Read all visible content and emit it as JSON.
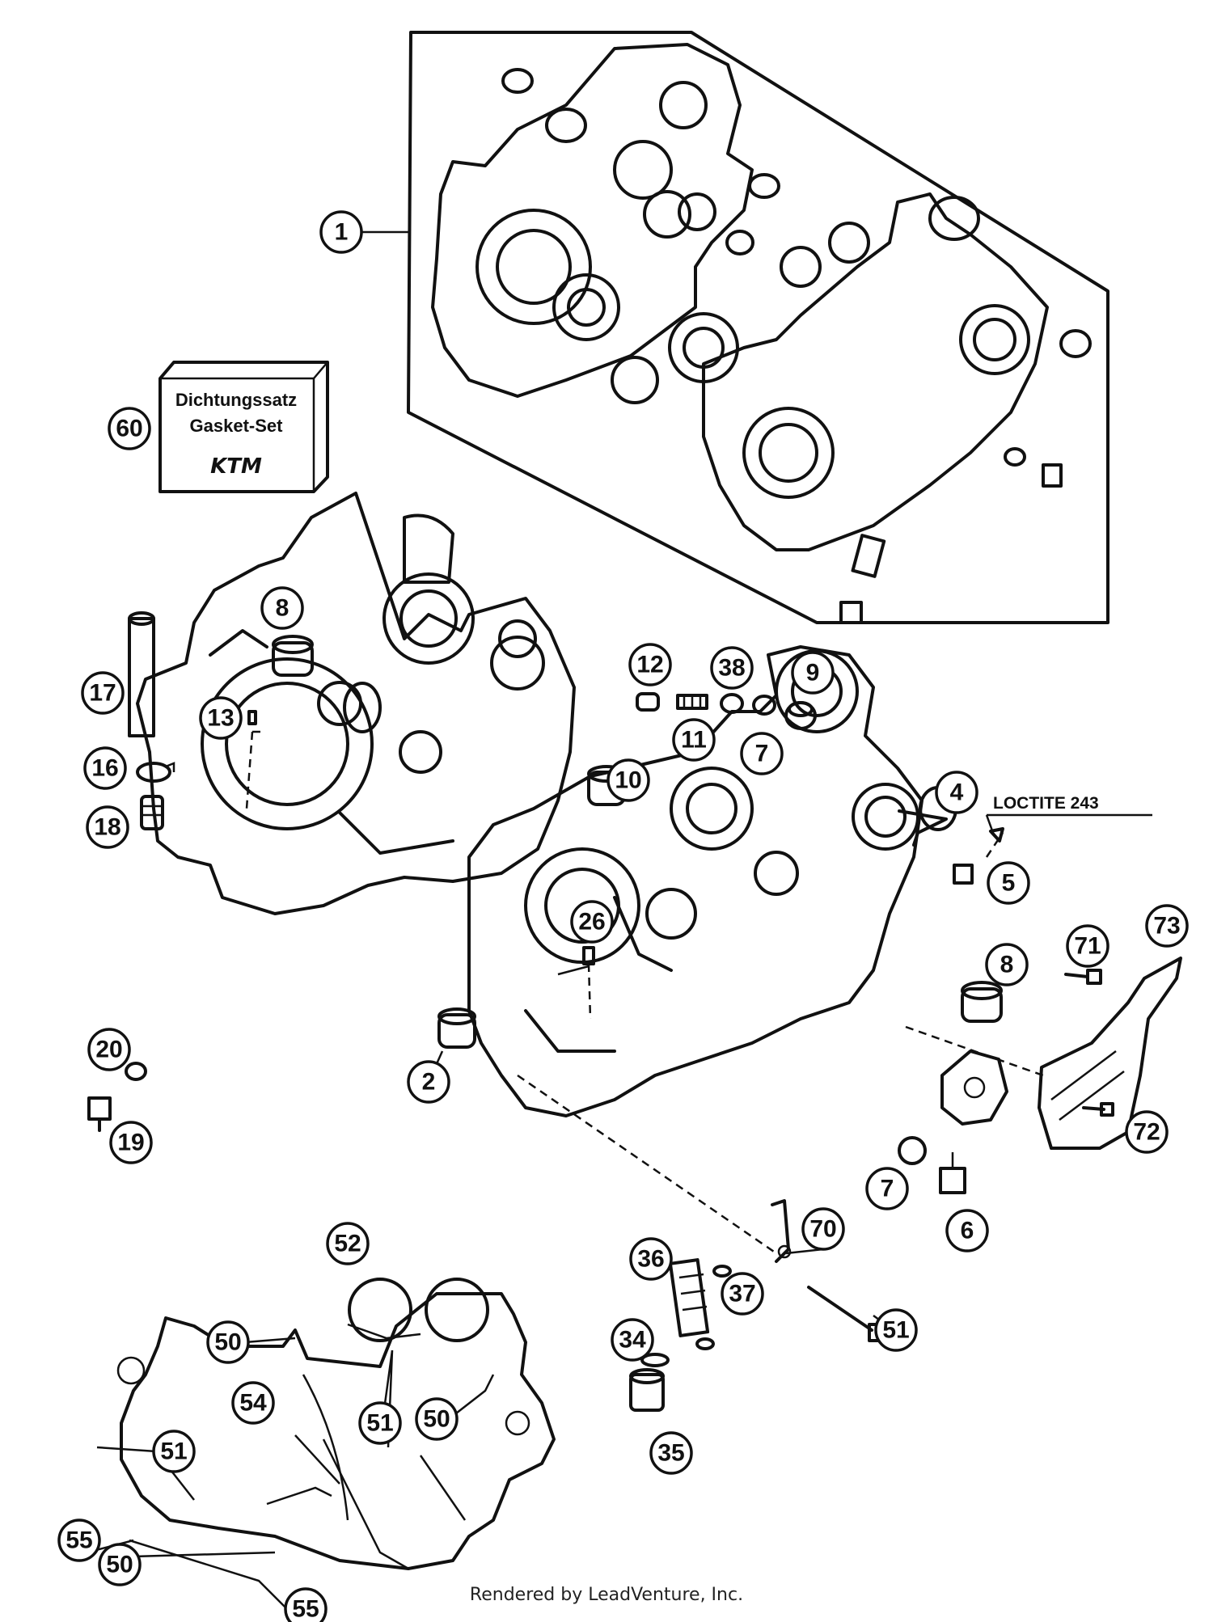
{
  "callouts": [
    {
      "id": "1",
      "label": "1"
    },
    {
      "id": "2",
      "label": "2"
    },
    {
      "id": "4",
      "label": "4"
    },
    {
      "id": "5",
      "label": "5"
    },
    {
      "id": "6",
      "label": "6"
    },
    {
      "id": "7a",
      "label": "7"
    },
    {
      "id": "7b",
      "label": "7"
    },
    {
      "id": "8a",
      "label": "8"
    },
    {
      "id": "8b",
      "label": "8"
    },
    {
      "id": "9",
      "label": "9"
    },
    {
      "id": "10",
      "label": "10"
    },
    {
      "id": "11",
      "label": "11"
    },
    {
      "id": "12",
      "label": "12"
    },
    {
      "id": "13",
      "label": "13"
    },
    {
      "id": "16",
      "label": "16"
    },
    {
      "id": "17",
      "label": "17"
    },
    {
      "id": "18",
      "label": "18"
    },
    {
      "id": "19",
      "label": "19"
    },
    {
      "id": "20",
      "label": "20"
    },
    {
      "id": "26",
      "label": "26"
    },
    {
      "id": "34",
      "label": "34"
    },
    {
      "id": "35",
      "label": "35"
    },
    {
      "id": "36",
      "label": "36"
    },
    {
      "id": "37",
      "label": "37"
    },
    {
      "id": "38",
      "label": "38"
    },
    {
      "id": "50a",
      "label": "50"
    },
    {
      "id": "50b",
      "label": "50"
    },
    {
      "id": "50c",
      "label": "50"
    },
    {
      "id": "51a",
      "label": "51"
    },
    {
      "id": "51b",
      "label": "51"
    },
    {
      "id": "51c",
      "label": "51"
    },
    {
      "id": "52",
      "label": "52"
    },
    {
      "id": "54",
      "label": "54"
    },
    {
      "id": "55a",
      "label": "55"
    },
    {
      "id": "55b",
      "label": "55"
    },
    {
      "id": "60",
      "label": "60"
    },
    {
      "id": "70",
      "label": "70"
    },
    {
      "id": "71",
      "label": "71"
    },
    {
      "id": "72",
      "label": "72"
    },
    {
      "id": "73",
      "label": "73"
    }
  ],
  "gasket_box": {
    "line1": "Dichtungssatz",
    "line2": "Gasket-Set",
    "brand": "KTM"
  },
  "loctite_note": "LOCTITE 243",
  "footer": "Rendered by LeadVenture, Inc."
}
